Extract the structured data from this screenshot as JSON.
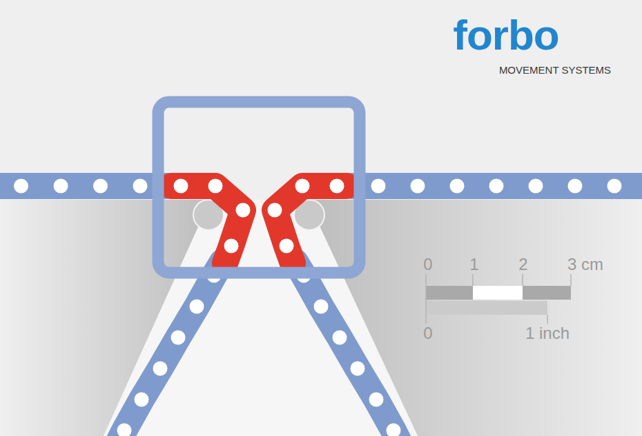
{
  "diagram": {
    "labels": [
      "forbo",
      "MOVEMENT SYSTEMS",
      "0",
      "1",
      "2",
      "3 cm",
      "0",
      "1 inch"
    ]
  }
}
